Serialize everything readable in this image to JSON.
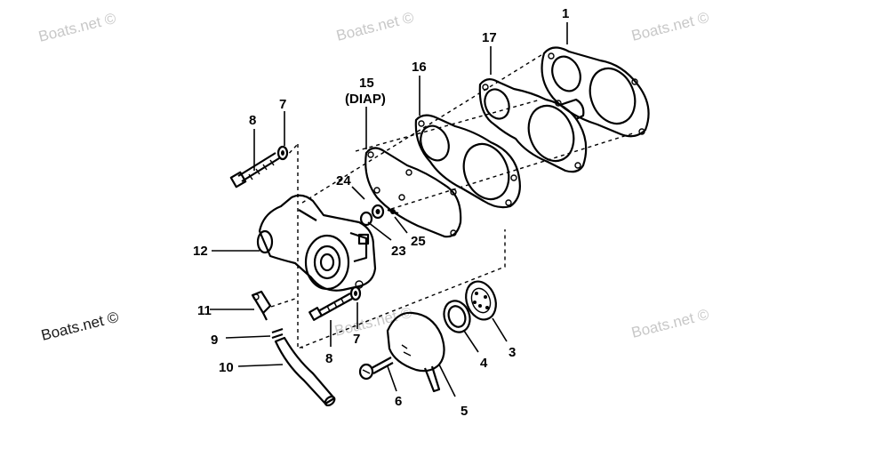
{
  "watermarks": {
    "w1": "Boats.net ©",
    "w2": "Boats.net ©",
    "w3": "Boats.net ©",
    "w4": "Boats.net ©",
    "w5": "Boats.net ©",
    "w6": "Boats.net ©"
  },
  "callouts": {
    "c1": "1",
    "c17": "17",
    "c16": "16",
    "c15": "15",
    "c15b": "(DIAP)",
    "c8a": "8",
    "c7a": "7",
    "c24": "24",
    "c23": "23",
    "c25": "25",
    "c12": "12",
    "c11": "11",
    "c9": "9",
    "c10": "10",
    "c8b": "8",
    "c7b": "7",
    "c6": "6",
    "c5": "5",
    "c4": "4",
    "c3": "3"
  }
}
